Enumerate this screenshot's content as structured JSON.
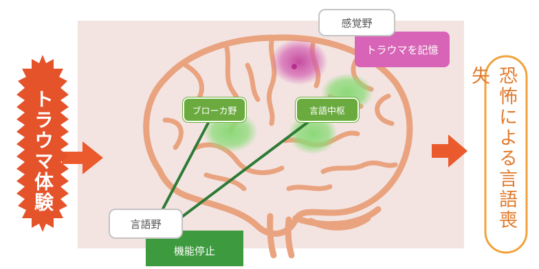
{
  "left_badge": {
    "text": "トラウマ体験",
    "color": "#e5532b"
  },
  "right_badge": {
    "text": "恐怖による言語喪失",
    "border_color": "#f1a13a",
    "text_color": "#e07a2c"
  },
  "arrow_color": "#ea5a2c",
  "brain": {
    "outline_color": "#e9a37f",
    "labels": {
      "sensory": "感覚野",
      "trauma_memory": "トラウマを記憶",
      "broca": "ブローカ野",
      "language_center": "言語中枢",
      "language_area": "言語野",
      "function_stop": "機能停止"
    },
    "highlight_pink": "#cc55a8",
    "highlight_green": "#7ed36a"
  }
}
